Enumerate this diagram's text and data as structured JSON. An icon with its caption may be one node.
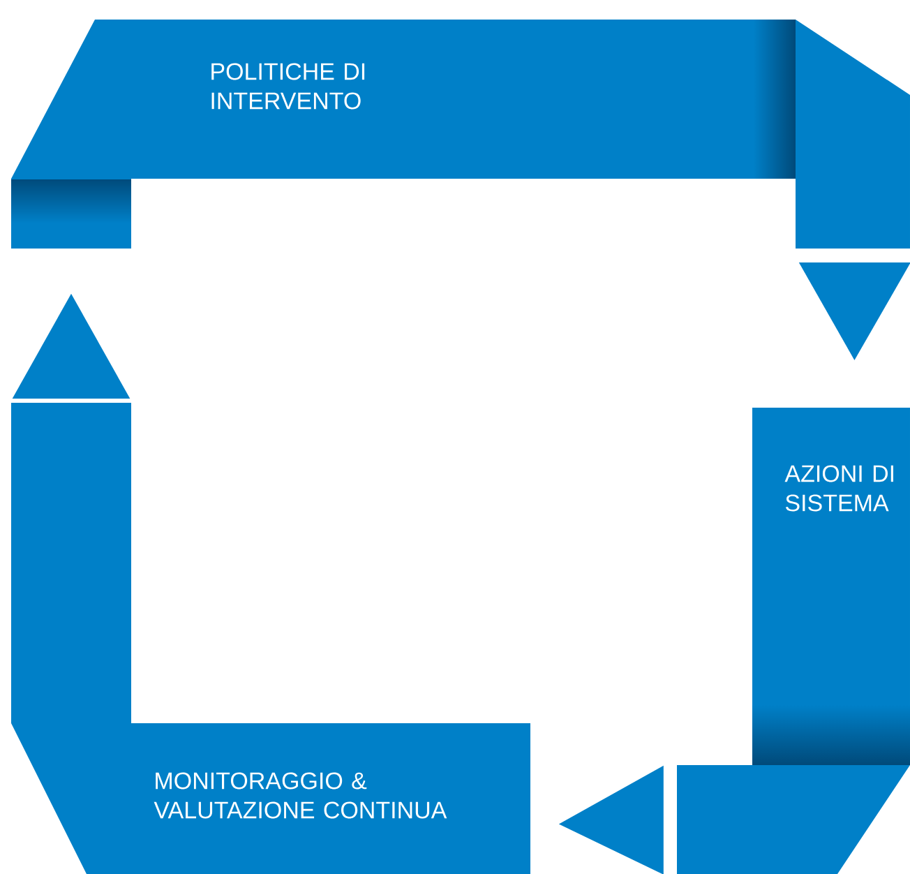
{
  "diagram": {
    "nodes": [
      {
        "text": [
          "POLITICHE DI INTERVENTO"
        ]
      },
      {
        "text": [
          "AZIONI DI SISTEMA"
        ]
      },
      {
        "text": [
          "MONITORAGGIO & VALUTAZIONE CONTINUA"
        ]
      }
    ],
    "edges": [
      {
        "from": 0,
        "to": 1,
        "arrow": "to"
      },
      {
        "from": 1,
        "to": 2,
        "arrow": "to"
      },
      {
        "from": 2,
        "to": 0,
        "arrow": "to"
      }
    ]
  }
}
